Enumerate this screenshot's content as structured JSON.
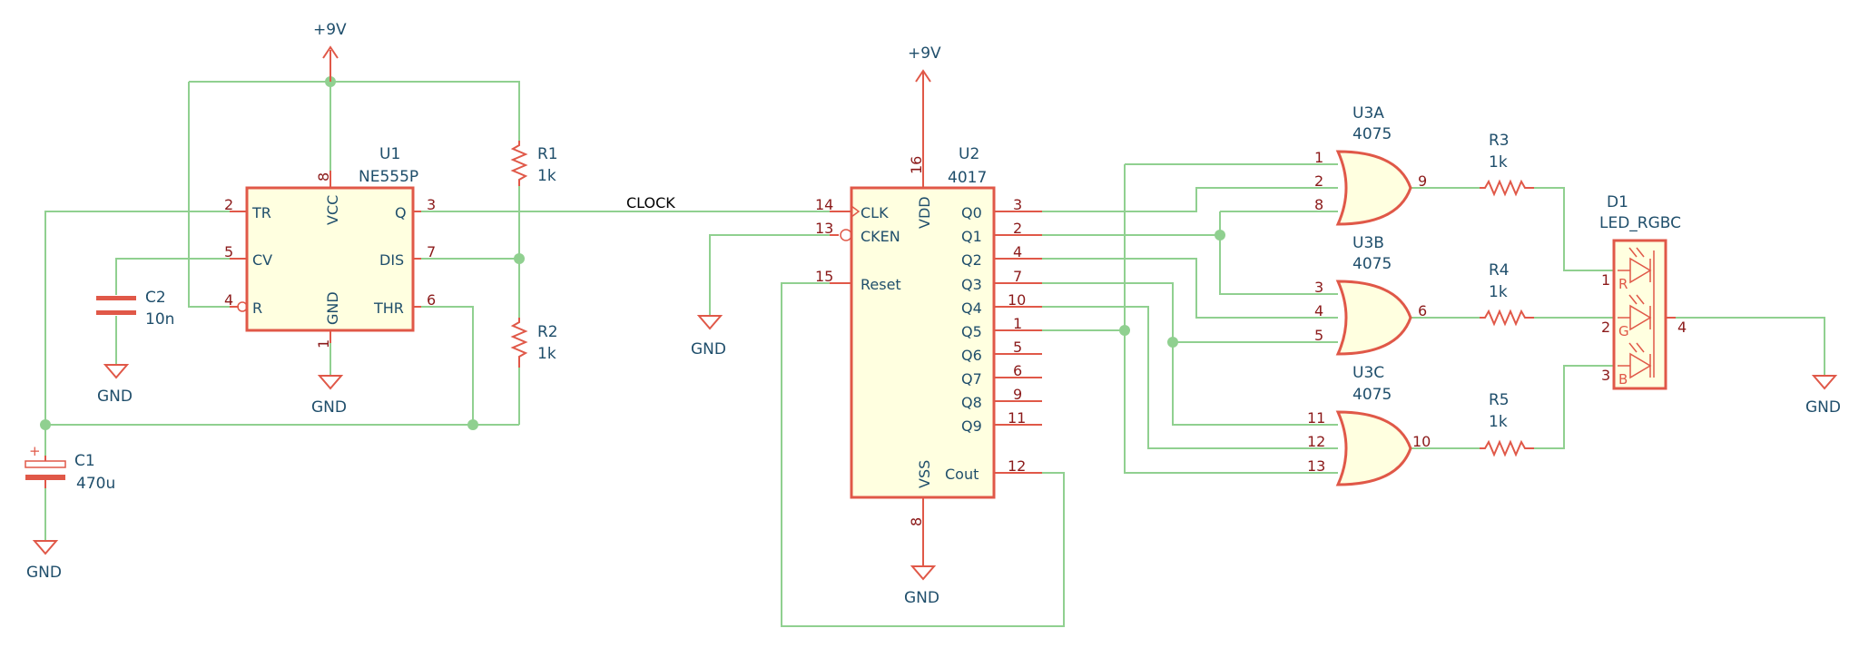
{
  "power": {
    "vcc": "+9V",
    "gnd": "GND"
  },
  "u1": {
    "ref": "U1",
    "value": "NE555P",
    "pins": {
      "tr_num": "2",
      "tr": "TR",
      "cv_num": "5",
      "cv": "CV",
      "r_num": "4",
      "r": "R",
      "vcc_num": "8",
      "vcc": "VCC",
      "gnd_num": "1",
      "gnd": "GND",
      "q_num": "3",
      "q": "Q",
      "dis_num": "7",
      "dis": "DIS",
      "thr_num": "6",
      "thr": "THR"
    }
  },
  "r1": {
    "ref": "R1",
    "value": "1k"
  },
  "r2": {
    "ref": "R2",
    "value": "1k"
  },
  "c1": {
    "ref": "C1",
    "value": "470u",
    "polarity": "+"
  },
  "c2": {
    "ref": "C2",
    "value": "10n"
  },
  "net_clock": "CLOCK",
  "u2": {
    "ref": "U2",
    "value": "4017",
    "left_pins": [
      {
        "num": "14",
        "name": "CLK"
      },
      {
        "num": "13",
        "name": "CKEN"
      },
      {
        "num": "15",
        "name": "Reset"
      }
    ],
    "vdd_num": "16",
    "vdd": "VDD",
    "vss_num": "8",
    "vss": "VSS",
    "right_pins": [
      {
        "num": "3",
        "name": "Q0"
      },
      {
        "num": "2",
        "name": "Q1"
      },
      {
        "num": "4",
        "name": "Q2"
      },
      {
        "num": "7",
        "name": "Q3"
      },
      {
        "num": "10",
        "name": "Q4"
      },
      {
        "num": "1",
        "name": "Q5"
      },
      {
        "num": "5",
        "name": "Q6"
      },
      {
        "num": "6",
        "name": "Q7"
      },
      {
        "num": "9",
        "name": "Q8"
      },
      {
        "num": "11",
        "name": "Q9"
      }
    ],
    "cout_num": "12",
    "cout": "Cout"
  },
  "u3a": {
    "ref": "U3A",
    "value": "4075",
    "in": [
      "1",
      "2",
      "8"
    ],
    "out": "9"
  },
  "u3b": {
    "ref": "U3B",
    "value": "4075",
    "in": [
      "3",
      "4",
      "5"
    ],
    "out": "6"
  },
  "u3c": {
    "ref": "U3C",
    "value": "4075",
    "in": [
      "11",
      "12",
      "13"
    ],
    "out": "10"
  },
  "r3": {
    "ref": "R3",
    "value": "1k"
  },
  "r4": {
    "ref": "R4",
    "value": "1k"
  },
  "r5": {
    "ref": "R5",
    "value": "1k"
  },
  "d1": {
    "ref": "D1",
    "value": "LED_RGBC",
    "pin_r_num": "1",
    "pin_g_num": "2",
    "pin_b_num": "3",
    "pin_c_num": "4",
    "r": "R",
    "g": "G",
    "b": "B"
  }
}
